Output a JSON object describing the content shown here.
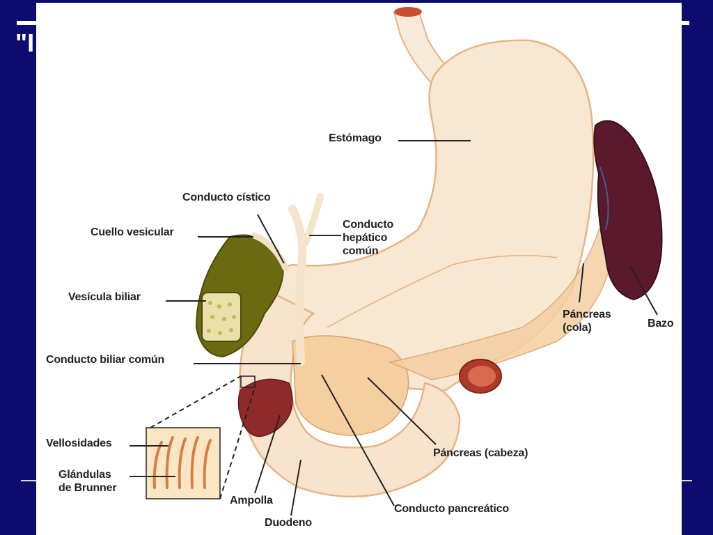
{
  "slide": {
    "title_fragment": "\"I"
  },
  "labels": {
    "estomago": "Estómago",
    "conducto_cistico": "Conducto cístico",
    "cuello_vesicular": "Cuello vesicular",
    "conducto_hepatico": "Conducto\nhepático\ncomún",
    "vesicula_biliar": "Vesícula biliar",
    "conducto_biliar_comun": "Conducto biliar común",
    "pancreas_cola": "Páncreas\n(cola)",
    "bazo": "Bazo",
    "vellosidades": "Vellosidades",
    "glandulas_brunner": "Glándulas\nde Brunner",
    "ampolla": "Ampolla",
    "duodeno": "Duodeno",
    "pancreas_cabeza": "Páncreas (cabeza)",
    "conducto_pancreatico": "Conducto pancreático"
  },
  "colors": {
    "background": "#0b0c6e",
    "panel": "#ffffff",
    "organ_fill": "#f8e8d2",
    "organ_stroke": "#e8b384",
    "gallbladder": "#6b6a10",
    "spleen": "#5a1a2c",
    "pancreas": "#f4cfa0",
    "ampulla": "#8e2a2a"
  }
}
